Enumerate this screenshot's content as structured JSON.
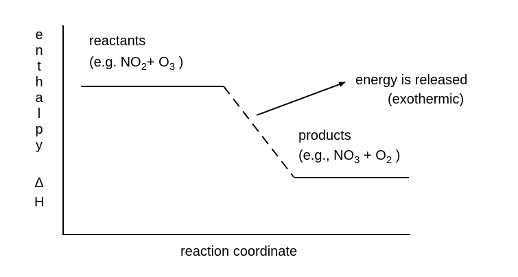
{
  "axes": {
    "y_label_letters": [
      "e",
      "n",
      "t",
      "h",
      "a",
      "l",
      "p",
      "y"
    ],
    "y_label_symbol": "Δ",
    "y_label_symbol_2": "H",
    "x_label": "reaction coordinate"
  },
  "reactants": {
    "title": "reactants",
    "prefix": "(e.g. NO",
    "sub1": "2",
    "mid": "+ O",
    "sub2": "3",
    "suffix": " )"
  },
  "products": {
    "title": "products",
    "prefix": "(e.g., NO",
    "sub1": "3",
    "mid": " + O",
    "sub2": "2",
    "suffix": " )"
  },
  "annotation": {
    "line1": "energy is released",
    "line2": "(exothermic)"
  },
  "colors": {
    "stroke": "#000000",
    "background": "#ffffff"
  }
}
